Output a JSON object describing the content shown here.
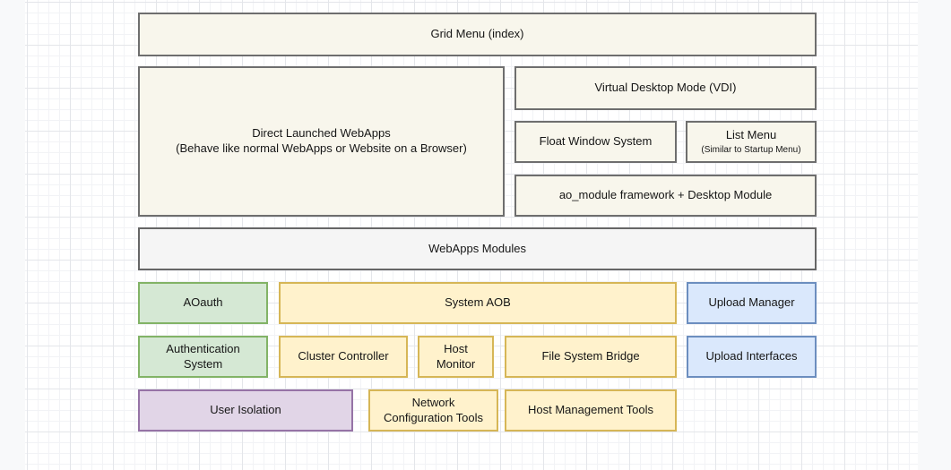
{
  "diagram": {
    "title": "WebApps / Desktop architecture diagram",
    "palette": {
      "canvas_background": "#ffffff",
      "page_margin": "#f8f9fa",
      "grid_minor": "#f2f3f6",
      "grid_major": "#e4e6ea",
      "beige_fill": "#f8f6ec",
      "beige_border": "#6e6e6e",
      "gray_fill": "#f5f5f5",
      "gray_border": "#666666",
      "green_fill": "#d5e8d4",
      "green_border": "#82b366",
      "yellow_fill": "#fff2cc",
      "yellow_border": "#d6b656",
      "blue_fill": "#dae8fc",
      "blue_border": "#6c8ebf",
      "purple_fill": "#e1d5e7",
      "purple_border": "#9673a6",
      "text": "#161616"
    },
    "boxes": {
      "grid_menu": {
        "label": "Grid Menu (index)"
      },
      "direct_webapps": {
        "label": "Direct Launched WebApps",
        "sublabel": "(Behave like normal WebApps or Website on a Browser)"
      },
      "vdi": {
        "label": "Virtual Desktop Mode (VDI)"
      },
      "float_window": {
        "label": "Float Window System"
      },
      "list_menu": {
        "label": "List Menu",
        "sublabel": "(Similar to Startup Menu)"
      },
      "ao_module": {
        "label": "ao_module framework + Desktop Module"
      },
      "webapps_modules": {
        "label": "WebApps Modules"
      },
      "aoauth": {
        "label": "AOauth"
      },
      "system_aob": {
        "label": "System AOB"
      },
      "upload_manager": {
        "label": "Upload Manager"
      },
      "auth_system": {
        "label": "Authentication System"
      },
      "cluster_controller": {
        "label": "Cluster Controller"
      },
      "host_monitor": {
        "label": "Host Monitor"
      },
      "fs_bridge": {
        "label": "File System Bridge"
      },
      "upload_interfaces": {
        "label": "Upload Interfaces"
      },
      "user_isolation": {
        "label": "User Isolation"
      },
      "network_config": {
        "label": "Network Configuration Tools"
      },
      "host_mgmt": {
        "label": "Host Management Tools"
      }
    }
  }
}
